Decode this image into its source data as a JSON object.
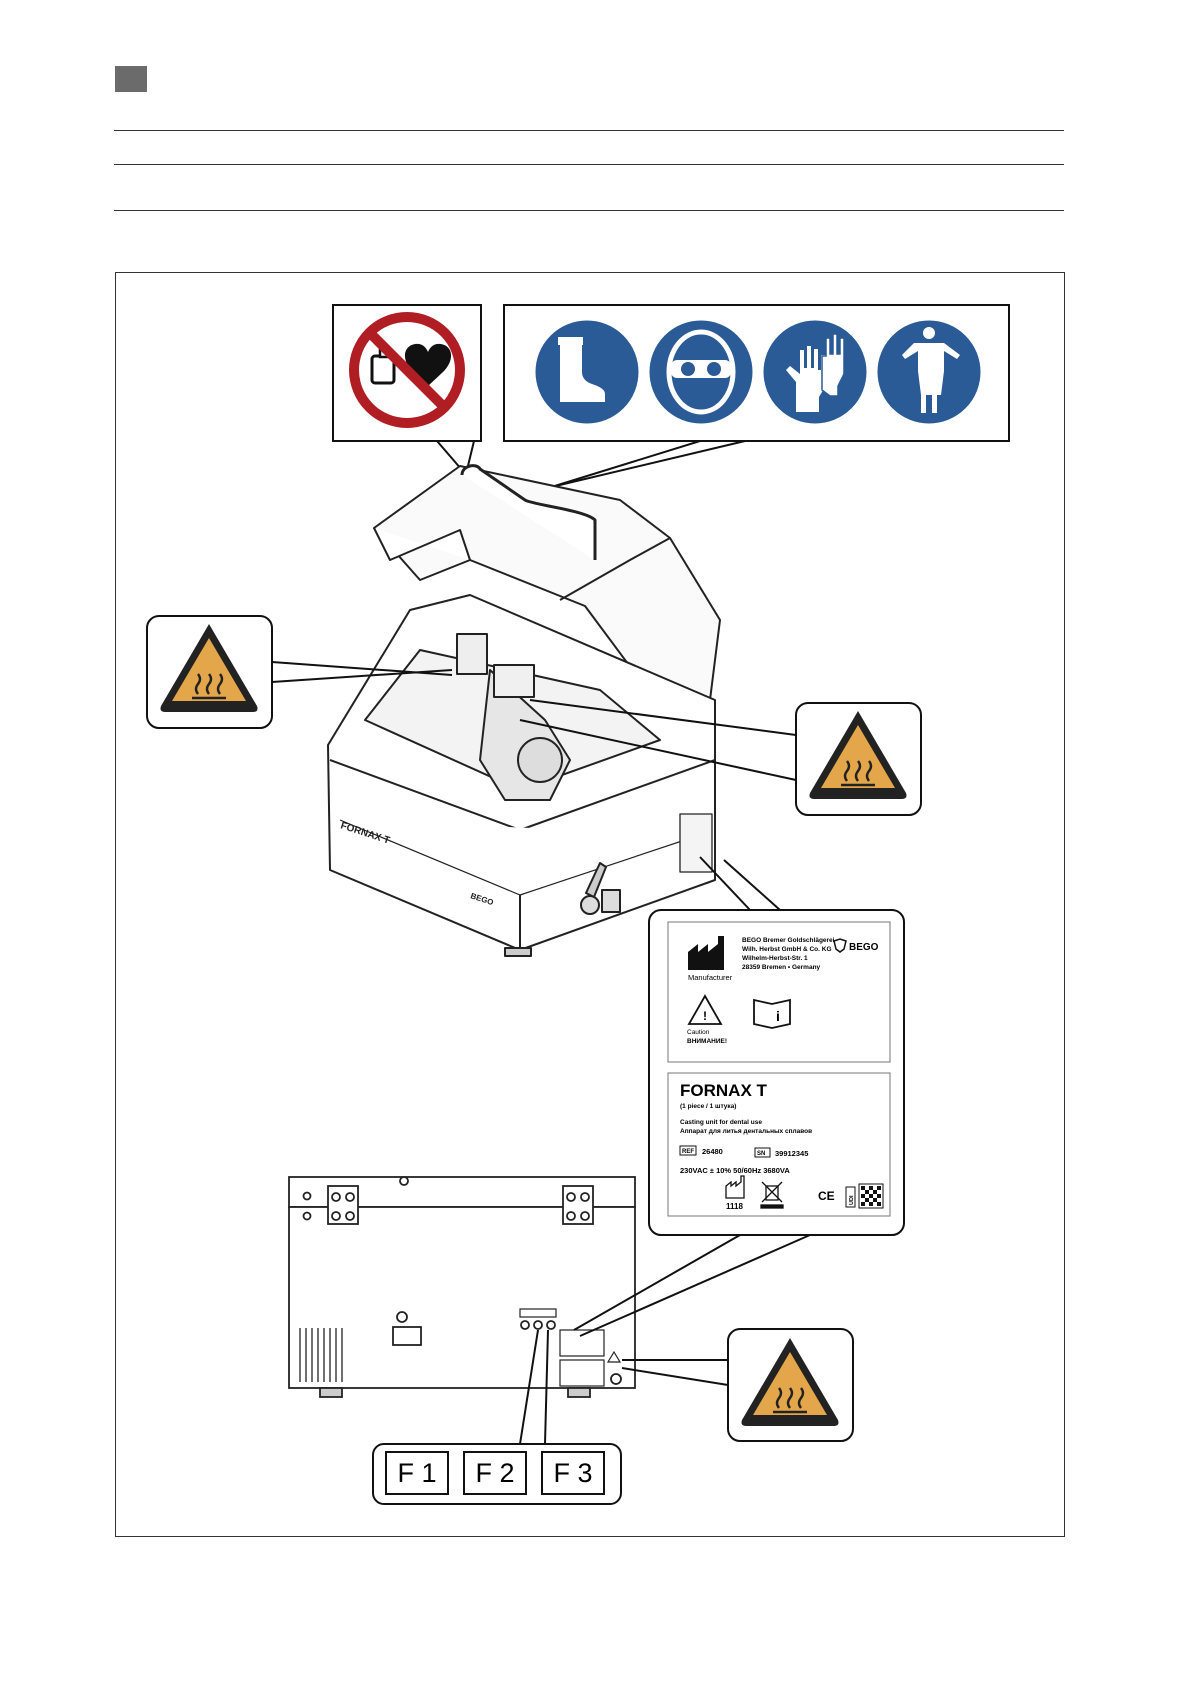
{
  "label": {
    "manufacturer_name": "BEGO Bremer Goldschlägerei",
    "manufacturer_line2": "Wilh. Herbst GmbH & Co. KG",
    "manufacturer_line3": "Wilhelm-Herbst-Str. 1",
    "manufacturer_line4": "28359 Bremen • Germany",
    "brand": "BEGO",
    "manufacturer_caption": "Manufacturer",
    "caution_line1": "Caution",
    "caution_line2": "ВНИМАНИЕ!",
    "product_name": "FORNAX T",
    "quantity": "(1 piece / 1 штука)",
    "desc_en": "Casting unit for dental use",
    "desc_ru": "Аппарат для литья дентальных сплавов",
    "ref_tag": "REF",
    "ref_value": "26480",
    "sn_tag": "SN",
    "sn_value": "39912345",
    "power": "230VAC ± 10%  50/60Hz 3680VA",
    "date": "1118",
    "ce_mark": "CE",
    "udi_tag": "UDI"
  },
  "machine": {
    "model_text": "FORNAX T",
    "brand_text": "BEGO"
  },
  "fuses": {
    "f1": "F 1",
    "f2": "F 2",
    "f3": "F 3"
  }
}
